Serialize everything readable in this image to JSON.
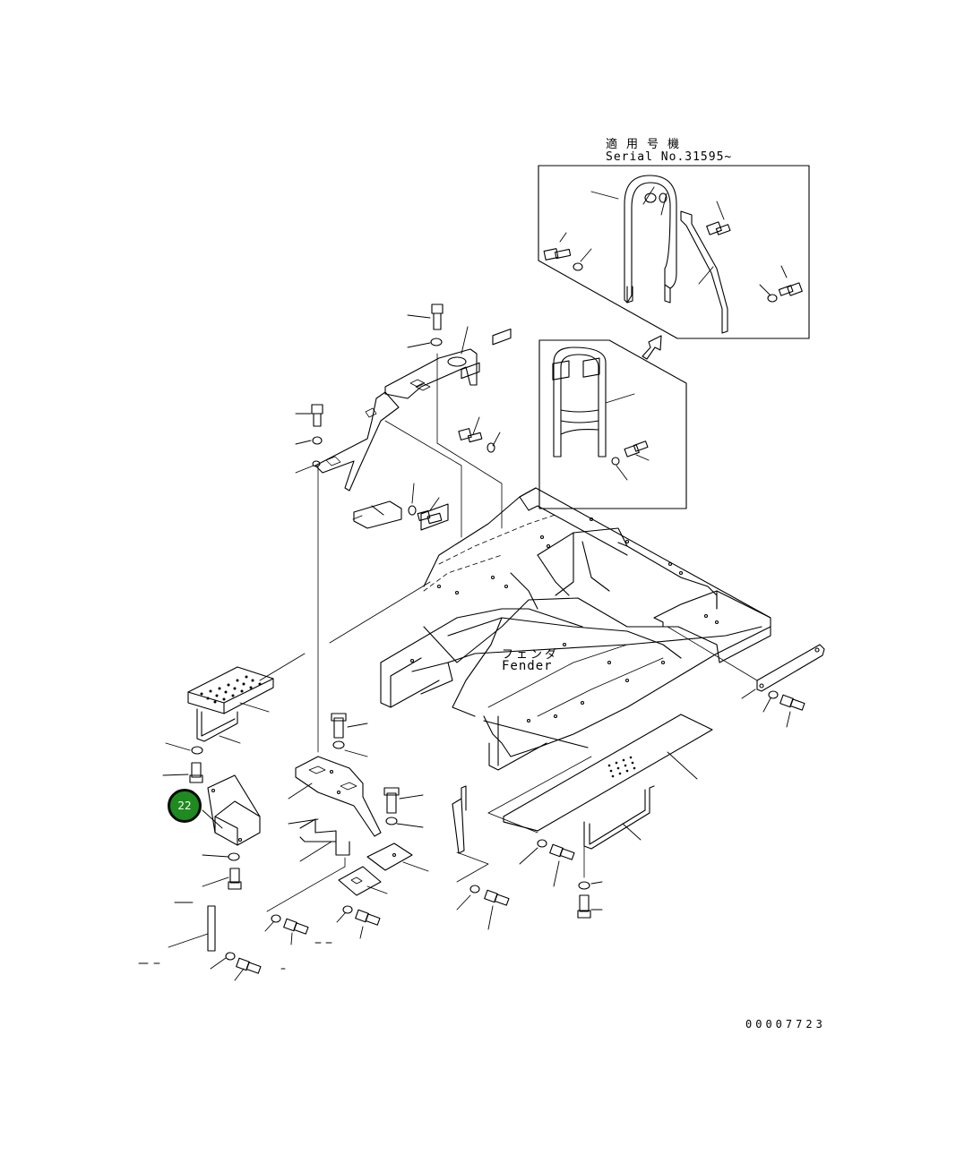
{
  "inset": {
    "applicable_label": "適用号機",
    "serial_label": "Serial No.31595~"
  },
  "fender": {
    "label_jp": "フェンダ",
    "label_en": "Fender"
  },
  "callout": {
    "number": "22",
    "color": "#1f8a1f"
  },
  "drawing_code": "00007723"
}
